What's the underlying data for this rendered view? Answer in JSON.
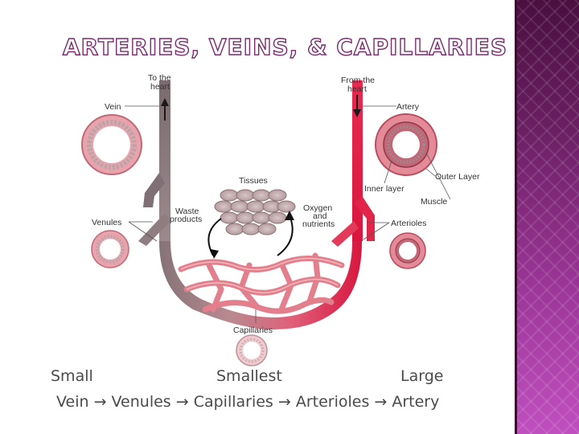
{
  "title": "ARTERIES, VEINS, & CAPILLARIES",
  "diagram": {
    "to_heart_line1": "To the",
    "to_heart_line2": "heart",
    "from_heart_line1": "From the",
    "from_heart_line2": "heart",
    "vein": "Vein",
    "artery": "Artery",
    "outer_layer": "Outer Layer",
    "inner_layer": "Inner layer",
    "muscle": "Muscle",
    "tissues": "Tissues",
    "waste_line1": "Waste",
    "waste_line2": "products",
    "oxygen_line1": "Oxygen",
    "oxygen_line2": "and",
    "oxygen_line3": "nutrients",
    "venules": "Venules",
    "arterioles": "Arterioles",
    "capillaries": "Capillaries"
  },
  "caption": {
    "small": "Small",
    "smallest": "Smallest",
    "large": "Large",
    "sequence": "Vein → Venules → Capillaries → Arterioles → Artery"
  },
  "colors": {
    "vein": "#8c7a7e",
    "artery": "#d8163e",
    "capillary": "#e37f8c",
    "title_outline": "#7a2a6e",
    "sidebar": "#7a2670"
  }
}
